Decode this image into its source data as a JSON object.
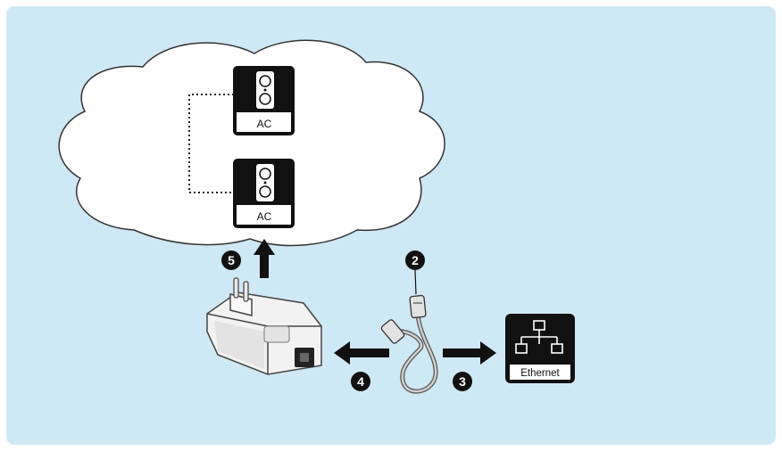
{
  "diagram": {
    "outlets": [
      {
        "label": "AC"
      },
      {
        "label": "AC"
      }
    ],
    "network_box": {
      "label": "Ethernet"
    },
    "steps": {
      "two": "2",
      "three": "3",
      "four": "4",
      "five": "5"
    },
    "icons": [
      "power-outlet-icon",
      "ethernet-network-icon",
      "arrow-up-icon",
      "arrow-left-icon",
      "arrow-right-icon",
      "ethernet-cable",
      "powerline-adapter"
    ],
    "colors": {
      "background": "#cfe8f5",
      "cloud": "#ffffff",
      "icon_dark": "#111111",
      "badge": "#111111"
    }
  }
}
